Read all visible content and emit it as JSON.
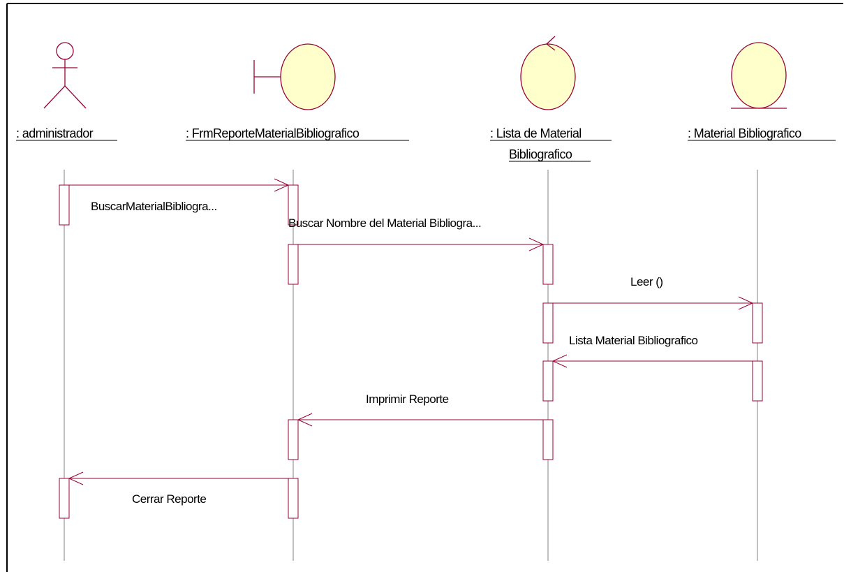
{
  "colors": {
    "line": "#990033",
    "fill": "#ffffcc",
    "lifeline": "#808080",
    "text": "#000000",
    "frame": "#000000"
  },
  "participants": [
    {
      "id": "administrador",
      "kind": "actor",
      "icon": "actor-icon",
      "label": ": administrador"
    },
    {
      "id": "frm",
      "kind": "boundary",
      "icon": "boundary-icon",
      "label": ": FrmReporteMaterialBibliografico"
    },
    {
      "id": "lista",
      "kind": "control",
      "icon": "control-icon",
      "label_line1": ": Lista de Material",
      "label_line2": "Bibliografico"
    },
    {
      "id": "material",
      "kind": "entity",
      "icon": "entity-icon",
      "label": ": Material Bibliografico"
    }
  ],
  "messages": [
    {
      "from": "administrador",
      "to": "frm",
      "label": "BuscarMaterialBibliogra..."
    },
    {
      "from": "frm",
      "to": "lista",
      "label": "Buscar Nombre del Material Bibliogra..."
    },
    {
      "from": "lista",
      "to": "material",
      "label": "Leer ()"
    },
    {
      "from": "material",
      "to": "lista",
      "label": "Lista Material Bibliografico"
    },
    {
      "from": "lista",
      "to": "frm",
      "label": "Imprimir Reporte"
    },
    {
      "from": "frm",
      "to": "administrador",
      "label": "Cerrar Reporte"
    }
  ]
}
